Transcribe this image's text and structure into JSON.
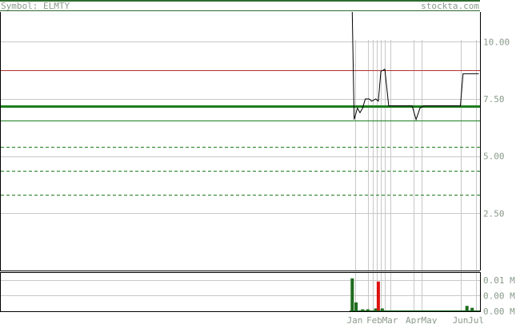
{
  "header": {
    "symbol_label": "Symbol: ELMTY",
    "site_label": "stockta.com"
  },
  "colors": {
    "frame": "#000000",
    "header_rule": "#2e6b2e",
    "grid": "#c8c8c8",
    "price_line": "#000000",
    "resistance": "#b03030",
    "support": "#1e7d1e",
    "dashed_support": "#1e7d1e",
    "volume_up": "#1e6b1e",
    "volume_down": "#dd1111",
    "tick_text": "#8a9a8a"
  },
  "chart_data": [
    {
      "type": "line",
      "panel": "price",
      "ylim": [
        0,
        11.3
      ],
      "y_ticks": [
        {
          "value": 10.0,
          "label": "10.00"
        },
        {
          "value": 7.5,
          "label": "7.50"
        },
        {
          "value": 5.0,
          "label": "5.00"
        },
        {
          "value": 2.5,
          "label": "2.50"
        }
      ],
      "x_months": [
        {
          "label": "Jan",
          "t": 0.04
        },
        {
          "label": "Feb",
          "t": 0.19
        },
        {
          "label": "Mar",
          "t": 0.31
        },
        {
          "label": "Apr",
          "t": 0.49
        },
        {
          "label": "May",
          "t": 0.61
        },
        {
          "label": "Jun",
          "t": 0.85
        },
        {
          "label": "Jul",
          "t": 0.97
        }
      ],
      "vertical_gridlines_t": [
        0.04,
        0.14,
        0.18,
        0.21,
        0.24,
        0.27,
        0.31,
        0.49,
        0.55,
        0.85,
        0.97
      ],
      "series": [
        {
          "points": [
            [
              0.02,
              11.3
            ],
            [
              0.035,
              6.6
            ],
            [
              0.06,
              7.1
            ],
            [
              0.08,
              6.9
            ],
            [
              0.1,
              7.1
            ],
            [
              0.12,
              7.5
            ],
            [
              0.15,
              7.5
            ],
            [
              0.17,
              7.4
            ],
            [
              0.2,
              7.5
            ],
            [
              0.22,
              7.4
            ],
            [
              0.24,
              8.7
            ],
            [
              0.27,
              8.8
            ],
            [
              0.3,
              7.2
            ],
            [
              0.48,
              7.2
            ],
            [
              0.51,
              6.6
            ],
            [
              0.54,
              7.1
            ],
            [
              0.57,
              7.2
            ],
            [
              0.85,
              7.2
            ],
            [
              0.87,
              8.6
            ],
            [
              0.99,
              8.6
            ]
          ]
        }
      ],
      "levels": [
        {
          "kind": "resistance",
          "value": 8.75,
          "style": "solid"
        },
        {
          "kind": "support",
          "value": 7.2,
          "style": "solid-thick"
        },
        {
          "kind": "support",
          "value": 6.55,
          "style": "solid"
        },
        {
          "kind": "support",
          "value": 5.4,
          "style": "dashed"
        },
        {
          "kind": "support",
          "value": 4.35,
          "style": "dashed"
        },
        {
          "kind": "support",
          "value": 3.3,
          "style": "dashed"
        }
      ]
    },
    {
      "type": "bar",
      "panel": "volume",
      "ylim": [
        0,
        0.0125
      ],
      "y_ticks": [
        {
          "value": 0.01,
          "label": "0.01 M"
        },
        {
          "value": 0.005,
          "label": "0.00 M"
        },
        {
          "value": 0.0,
          "label": "0.00 M"
        }
      ],
      "bars": [
        {
          "t": 0.02,
          "value": 0.0105,
          "direction": "up"
        },
        {
          "t": 0.05,
          "value": 0.0028,
          "direction": "up"
        },
        {
          "t": 0.1,
          "value": 0.0006,
          "direction": "up"
        },
        {
          "t": 0.14,
          "value": 0.0006,
          "direction": "up"
        },
        {
          "t": 0.2,
          "value": 0.0009,
          "direction": "up"
        },
        {
          "t": 0.22,
          "value": 0.0095,
          "direction": "down"
        },
        {
          "t": 0.25,
          "value": 0.0009,
          "direction": "up"
        },
        {
          "t": 0.9,
          "value": 0.0017,
          "direction": "up"
        },
        {
          "t": 0.94,
          "value": 0.0011,
          "direction": "up"
        }
      ]
    }
  ]
}
